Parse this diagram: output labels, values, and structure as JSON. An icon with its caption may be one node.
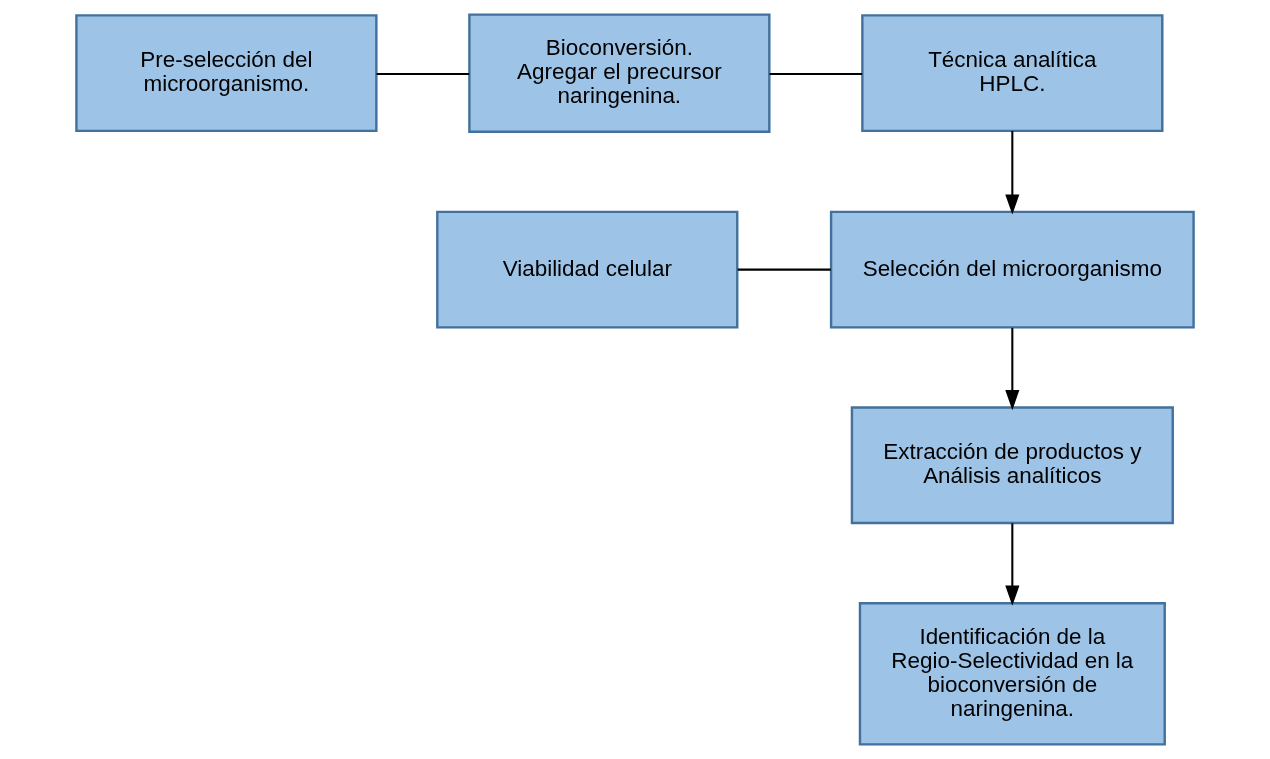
{
  "diagram": {
    "nodes": [
      {
        "text": [
          "Pre-selección del microorganismo."
        ]
      },
      {
        "text": [
          "Bioconversión.",
          "Agregar el precursor naringenina."
        ]
      },
      {
        "text": [
          "Técnica analítica",
          "HPLC."
        ]
      },
      {
        "text": [
          "Viabilidad celular"
        ]
      },
      {
        "text": [
          "Selección del microorganismo"
        ]
      },
      {
        "text": [
          "Extracción de productos y Análisis analíticos"
        ]
      },
      {
        "text": [
          "Identificación de la Regio-Selectividad en la bioconversión de naringenina."
        ]
      }
    ],
    "edges": [
      {
        "from": 0,
        "to": 1,
        "arrow": "none"
      },
      {
        "from": 1,
        "to": 2,
        "arrow": "none"
      },
      {
        "from": 2,
        "to": 4,
        "arrow": "to"
      },
      {
        "from": 3,
        "to": 4,
        "arrow": "none"
      },
      {
        "from": 4,
        "to": 5,
        "arrow": "to"
      },
      {
        "from": 5,
        "to": 6,
        "arrow": "to"
      }
    ]
  }
}
